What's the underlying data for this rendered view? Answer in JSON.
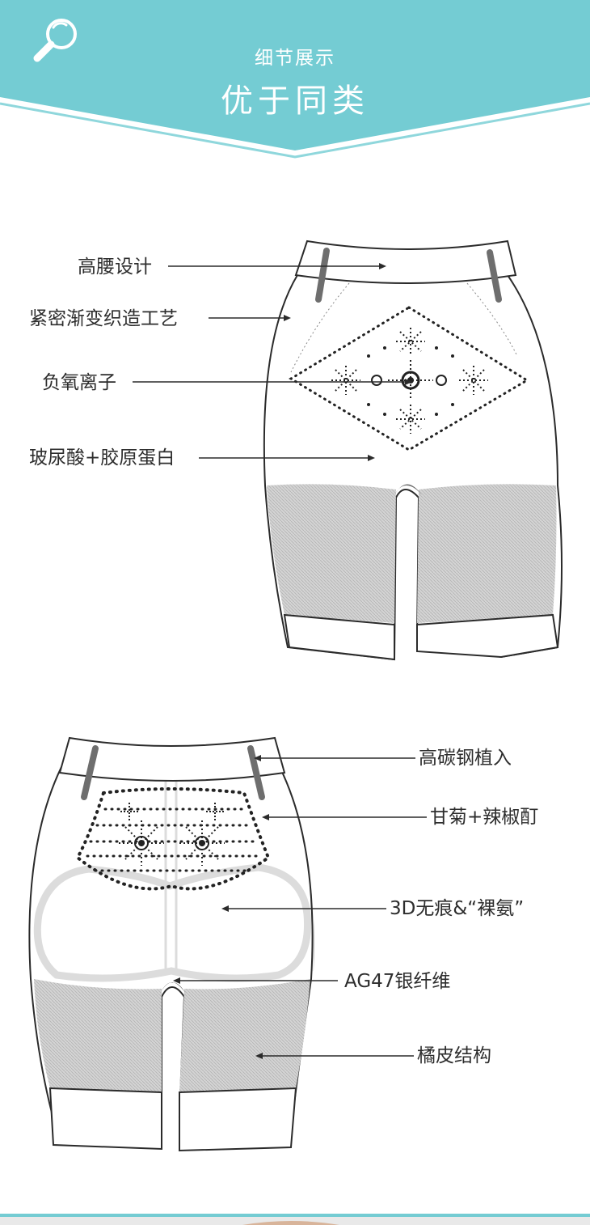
{
  "header": {
    "subtitle": "细节展示",
    "title": "优于同类",
    "icon": "magnifier-icon",
    "color": "#74ccd3"
  },
  "back_view": {
    "callouts": [
      {
        "text": "高腰设计"
      },
      {
        "text": "紧密渐变织造工艺"
      },
      {
        "text": "负氧离子"
      },
      {
        "text": "玻尿酸+胶原蛋白"
      }
    ]
  },
  "front_view": {
    "callouts": [
      {
        "text": "高碳钢植入"
      },
      {
        "text": "甘菊+辣椒酊"
      },
      {
        "text": "3D无痕&“裸氨”"
      },
      {
        "text": "AG47银纤维"
      },
      {
        "text": "橘皮结构"
      }
    ]
  },
  "colors": {
    "accent": "#74ccd3",
    "line": "#2b2b2b",
    "fabric": "#c9c9c9",
    "steel": "#6e6e6e"
  }
}
